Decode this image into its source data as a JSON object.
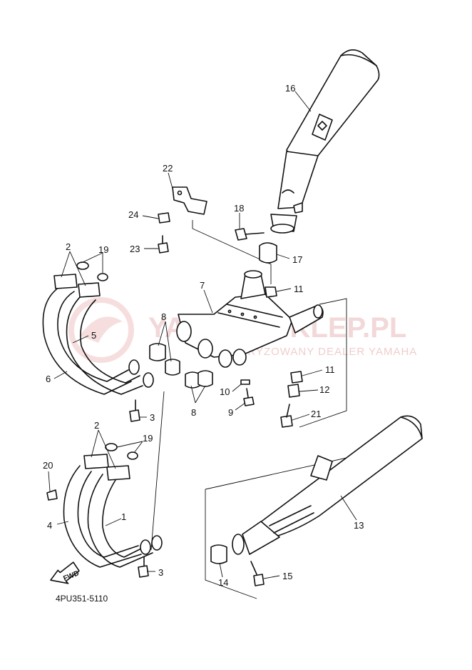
{
  "watermark": {
    "brand": "YAMAHASKLEP.PL",
    "tagline": "AUTORYZOWANY DEALER YAMAHA",
    "color": "#e9b9b9"
  },
  "diagram_code": "4PU351-5110",
  "fwd_label": "FWD",
  "callouts": {
    "c1": "1",
    "c2a": "2",
    "c2b": "2",
    "c3a": "3",
    "c3b": "3",
    "c4": "4",
    "c5": "5",
    "c6": "6",
    "c7": "7",
    "c8a": "8",
    "c8b": "8",
    "c9": "9",
    "c10": "10",
    "c11a": "11",
    "c11b": "11",
    "c12": "12",
    "c13": "13",
    "c14": "14",
    "c15": "15",
    "c16": "16",
    "c17": "17",
    "c18": "18",
    "c19a": "19",
    "c19b": "19",
    "c20": "20",
    "c21": "21",
    "c22": "22",
    "c23": "23",
    "c24": "24"
  }
}
